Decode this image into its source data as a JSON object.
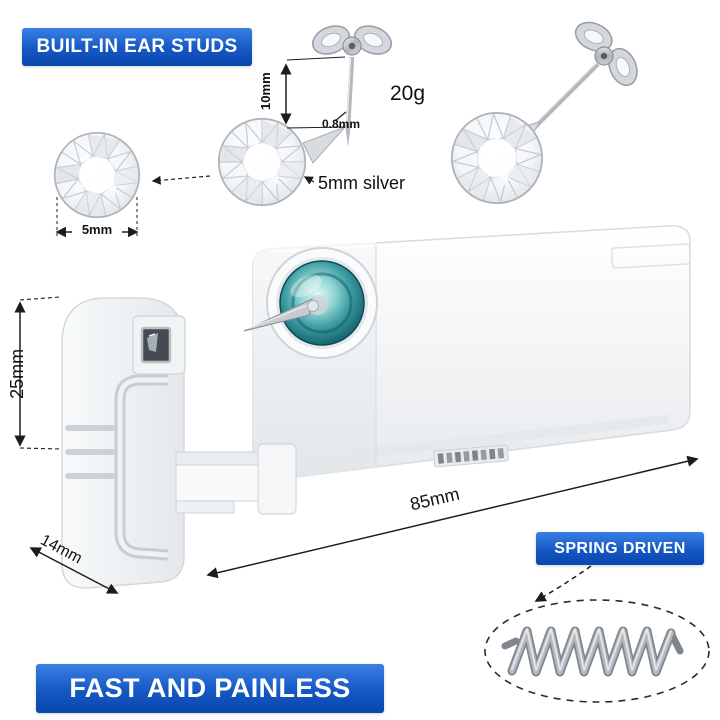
{
  "banners": {
    "built_in": "BUILT-IN EAR STUDS",
    "spring": "SPRING DRIVEN",
    "tagline": "FAST AND PAINLESS"
  },
  "stud": {
    "gauge": "20g",
    "post_length": "10mm",
    "post_diameter": "0.8mm",
    "stone": "5mm silver",
    "stone_diameter": "5mm"
  },
  "device": {
    "height": "25mm",
    "depth": "14mm",
    "length": "85mm"
  },
  "colors": {
    "banner_blue_dark": "#0a46ad",
    "banner_blue_light": "#3a80e4",
    "muzzle_teal": "#1d6f78",
    "dimension_text": "#111111",
    "device_white": "#f7f9fa"
  }
}
